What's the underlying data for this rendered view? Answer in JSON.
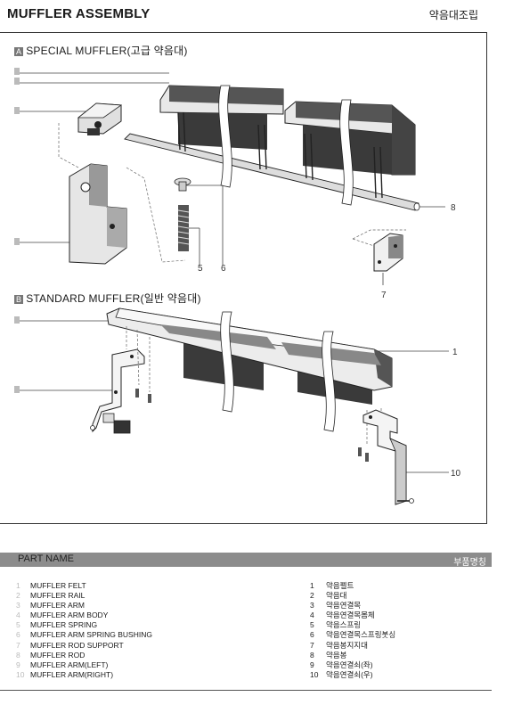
{
  "header": {
    "title": "MUFFLER ASSEMBLY",
    "title_ko": "약음대조립"
  },
  "section_a": {
    "badge": "A",
    "title": "SPECIAL MUFFLER(고급 약음대)"
  },
  "section_b": {
    "badge": "B",
    "title": "STANDARD MUFFLER(일반 약음대)"
  },
  "callouts": {
    "c1": "1",
    "c5": "5",
    "c6": "6",
    "c7": "7",
    "c8": "8",
    "c10": "10"
  },
  "parts": {
    "title": "PART NAME",
    "title_ko": "부품명칭",
    "items": [
      {
        "num": "1",
        "name": "MUFFLER FELT",
        "ko": "약음펠트"
      },
      {
        "num": "2",
        "name": "MUFFLER RAIL",
        "ko": "약음대"
      },
      {
        "num": "3",
        "name": "MUFFLER ARM",
        "ko": "약음연결목"
      },
      {
        "num": "4",
        "name": "MUFFLER ARM BODY",
        "ko": "약음연결목몸체"
      },
      {
        "num": "5",
        "name": "MUFFLER SPRING",
        "ko": "약음스프링"
      },
      {
        "num": "6",
        "name": "MUFFLER ARM SPRING BUSHING",
        "ko": "약음연결목스프링붓싱"
      },
      {
        "num": "7",
        "name": "MUFFLER ROD SUPPORT",
        "ko": "약음봉지지대"
      },
      {
        "num": "8",
        "name": "MUFFLER ROD",
        "ko": "약음봉"
      },
      {
        "num": "9",
        "name": "MUFFLER ARM(LEFT)",
        "ko": "약음연결쇠(좌)"
      },
      {
        "num": "10",
        "name": "MUFFLER ARM(RIGHT)",
        "ko": "약음연결쇠(우)"
      }
    ]
  }
}
